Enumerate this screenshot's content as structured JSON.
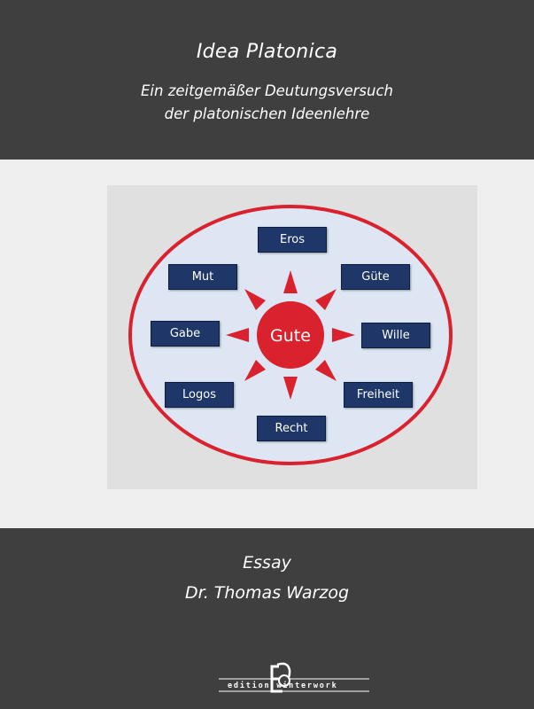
{
  "cover": {
    "title": "Idea Platonica",
    "subtitle_line1": "Ein zeitgemäßer Deutungsversuch",
    "subtitle_line2": "der platonischen Ideenlehre",
    "genre": "Essay",
    "author": "Dr. Thomas Warzog"
  },
  "diagram": {
    "center_label": "Gute",
    "boxes": {
      "eros": "Eros",
      "mut": "Mut",
      "guete": "Güte",
      "gabe": "Gabe",
      "wille": "Wille",
      "logos": "Logos",
      "freiheit": "Freiheit",
      "recht": "Recht"
    },
    "colors": {
      "ellipse_fill": "#dde6f2",
      "ellipse_stroke": "#d9222e",
      "sun_red": "#d9222e",
      "box_fill": "#1e3668",
      "panel": "#e0e0e0",
      "band_dark": "#3f3f3f"
    }
  },
  "publisher": {
    "logo_text": "edition winterwork",
    "logo_icon": "publisher-logo-icon"
  }
}
